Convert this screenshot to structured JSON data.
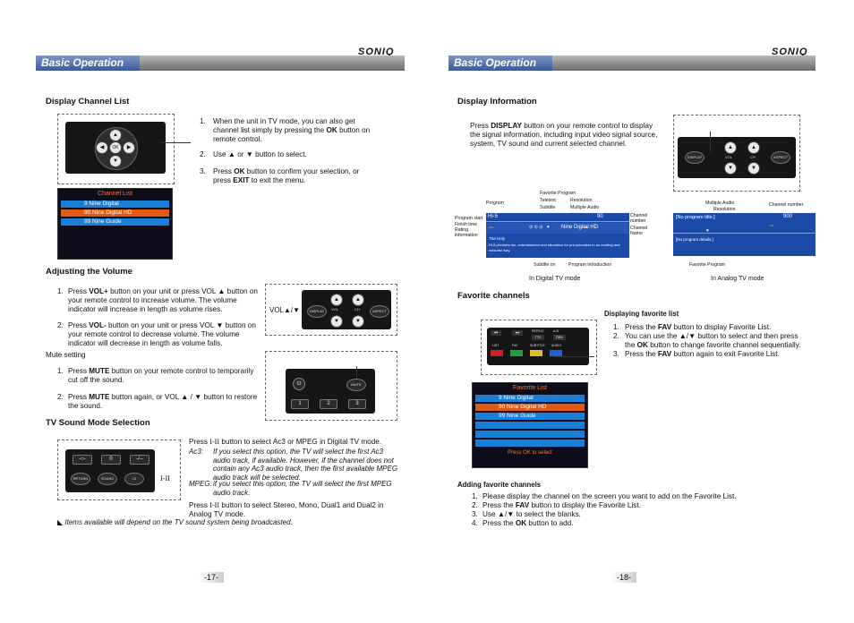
{
  "brand": "SONIQ",
  "section_title": "Basic Operation",
  "left": {
    "display_channel_list": {
      "heading": "Display Channel List",
      "steps": [
        {
          "num": "1.",
          "text": "When the unit in TV mode, you can also get channel list simply by pressing the OK button on remote control."
        },
        {
          "num": "2.",
          "text": "Use ▲ or ▼ button to select."
        },
        {
          "num": "3.",
          "text": "Press OK button to confirm your selection, or press EXIT to exit the menu."
        }
      ],
      "remote_ok_label": "OK",
      "list_title": "Channel List",
      "list_items": [
        "9 Nine Digital",
        "90 Nine Digital HD",
        "99 Nine Guide"
      ],
      "list_selected_index": 1
    },
    "adjusting_volume": {
      "heading": "Adjusting the Volume",
      "step1": "Press VOL+ button on your unit or press VOL ▲ button on your remote control to increase volume. The volume indicator will increase in length as volume rises.",
      "step2": "Press VOL- button on your unit or press VOL ▼ button on your remote control to decrease volume. The volume indicator will decrease in length as volume falls.",
      "vol_label": "VOL▲/▼",
      "remote_labels": [
        "DISPLAY",
        "VOL",
        "CH",
        "ASPECT"
      ],
      "mute_heading": "Mute setting",
      "mute_step1": "Press MUTE button on your remote control to temporarily cut off the sound.",
      "mute_step2": "Press MUTE button again, or VOL ▲ / ▼ button to restore the sound.",
      "mute_label": "MUTE",
      "number_keys": [
        "1",
        "2",
        "3"
      ]
    },
    "tv_sound": {
      "heading": "TV Sound Mode Selection",
      "intro": "Press I-II button to select Ac3 or MPEG in Digital TV mode.",
      "ac3_label": "Ac3:",
      "ac3_text": "If you select this option, the TV will select the first Ac3 audio track, if available. However, if the channel does not contain any Ac3 audio track, then the first available MPEG audio track will be selected.",
      "mpeg_label": "MPEG:",
      "mpeg_text": "if you select this option, the TV will select the first MPEG audio track.",
      "analog_text": "Press I-II button to select Stereo, Mono, Dual1 and Dual2 in Analog TV mode.",
      "note": "Items available will depend on the TV sound system being broadcasted.",
      "button_label": "I-II",
      "remote_top_keys": [
        "-○-",
        "0",
        "-/--"
      ],
      "remote_bottom_keys": [
        "RETURN",
        "SOUND",
        "I-II"
      ]
    },
    "page_number": "-17-"
  },
  "right": {
    "display_information": {
      "heading": "Display Information",
      "text": "Press DISPLAY button on your remote control to display the signal information, including input video signal source, system, TV sound and current selected channel.",
      "remote_labels": [
        "DISPLAY",
        "VOL",
        "CH",
        "ASPECT"
      ],
      "digital_labels": {
        "favorite_program": "Favorite Program",
        "teletext": "Teletext",
        "resolution": "Resolution",
        "subtitle": "Subtitle",
        "multiple_audio": "Multiple Audio",
        "program": "Program",
        "program_start": "Program start",
        "finish_time": "Finish time",
        "rating_information": "Rating information",
        "channel_number": "Channel number",
        "channel_name": "Channel Name",
        "subtitle_on": "Subtitle on",
        "program_introduction": "Program introduction"
      },
      "digital_screen": {
        "program": "Hi-5",
        "channel_number": "90",
        "channel_name": "Nine Digital HD",
        "program_title": "The Holy",
        "intro_text": "Hi-5 provides fun, entertainment and education for pre-schoolers in an exciting and colourful way."
      },
      "digital_caption": "In Digital TV mode",
      "analog_labels": {
        "multiple_audio": "Multiple Audio",
        "resolution": "Resolution",
        "channel_number": "Channel number",
        "favorite_program": "Favorite Program"
      },
      "analog_screen": {
        "title": "[No program title.]",
        "channel_number": "900",
        "details": "[No program details.]"
      },
      "analog_caption": "In Analog TV mode"
    },
    "favorite_channels": {
      "heading": "Favorite channels",
      "displaying_heading": "Displaying favorite list",
      "displaying_steps": [
        {
          "num": "1.",
          "text": "Press the FAV button to display Favorite List."
        },
        {
          "num": "2.",
          "text": "You can use the ▲/▼ button to select and then press the OK button to change favorite channel sequentially."
        },
        {
          "num": "3.",
          "text": "Press the FAV button again to exit Favorite List."
        }
      ],
      "remote_row1": [
        "REPEAT",
        "A-B"
      ],
      "remote_row2": [
        "TTX",
        "DEB"
      ],
      "remote_row3": [
        "LIST",
        "FAV",
        "SUBTITLE",
        "AUDIO"
      ],
      "list_title": "Favorite List",
      "list_items": [
        "9 Nine Digital",
        "90 Nine Digital HD",
        "99 Nine Guide"
      ],
      "list_selected_index": 1,
      "list_footer": "Press OK to select",
      "adding_heading": "Adding favorite channels",
      "adding_steps": [
        {
          "num": "1.",
          "text": "Please display the channel on the screen you want to add on the Favorite List."
        },
        {
          "num": "2.",
          "text": "Press the FAV button to display the Favorite List."
        },
        {
          "num": "3.",
          "text": "Use ▲/▼ to select the blanks."
        },
        {
          "num": "4.",
          "text": "Press the OK button to add."
        }
      ]
    },
    "page_number": "-18-"
  }
}
